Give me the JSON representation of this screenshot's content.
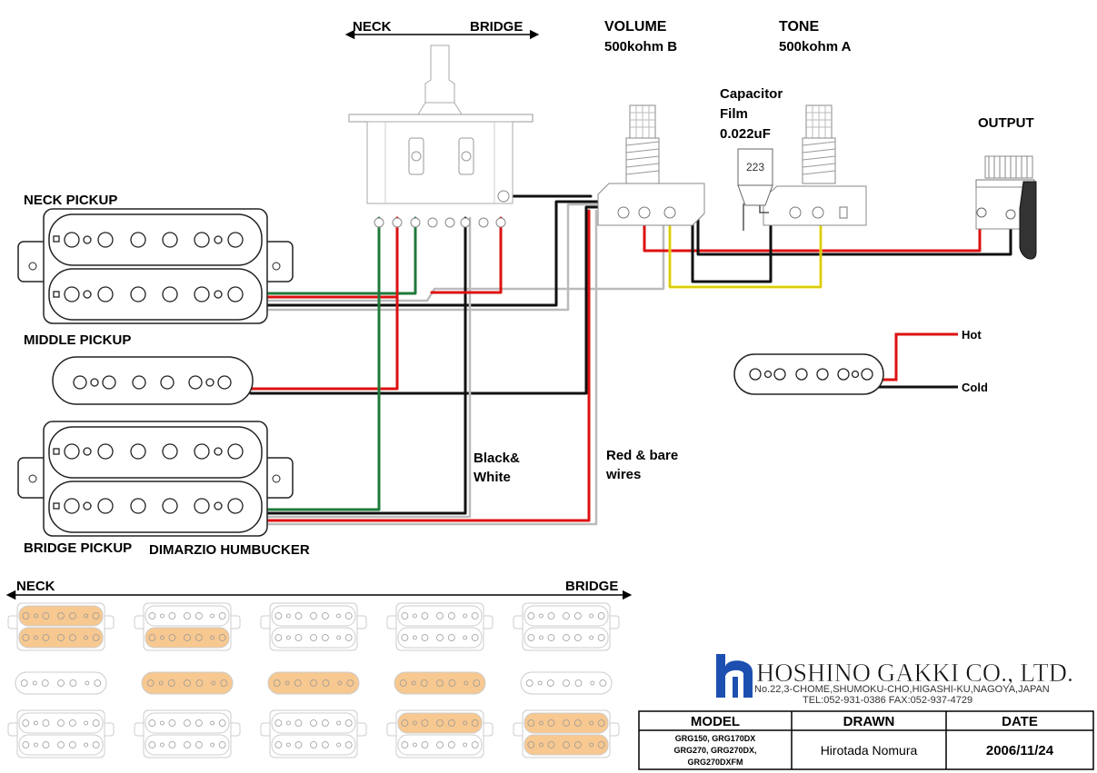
{
  "switch": {
    "neck_label": "NECK",
    "bridge_label": "BRIDGE"
  },
  "volume": {
    "title": "VOLUME",
    "value": "500kohm B"
  },
  "tone": {
    "title": "TONE",
    "value": "500kohm A"
  },
  "capacitor": {
    "line1": "Capacitor",
    "line2": "Film",
    "line3": "0.022uF",
    "code": "223"
  },
  "output": {
    "label": "OUTPUT"
  },
  "pickups": {
    "neck": "NECK PICKUP",
    "middle": "MIDDLE PICKUP",
    "bridge": "BRIDGE PICKUP",
    "bridge_type": "DIMARZIO HUMBUCKER"
  },
  "wires": {
    "bw_line1": "Black&",
    "bw_line2": "White",
    "rb_line1": "Red & bare",
    "rb_line2": "wires"
  },
  "single_coil_legend": {
    "hot": "Hot",
    "cold": "Cold"
  },
  "positions": {
    "neck_label": "NECK",
    "bridge_label": "BRIDGE",
    "active": [
      {
        "neck": [
          "top",
          "bottom"
        ],
        "middle": false,
        "bridge": []
      },
      {
        "neck": [
          "bottom"
        ],
        "middle": true,
        "bridge": []
      },
      {
        "neck": [],
        "middle": true,
        "bridge": []
      },
      {
        "neck": [],
        "middle": true,
        "bridge": [
          "top"
        ]
      },
      {
        "neck": [],
        "middle": false,
        "bridge": [
          "top",
          "bottom"
        ]
      }
    ],
    "highlight_color": "#f7c890"
  },
  "company": {
    "name": "HOSHINO GAKKI CO., LTD.",
    "address": "No.22,3-CHOME,SHUMOKU-CHO,HIGASHI-KU,NAGOYA,JAPAN",
    "tel": "TEL:052-931-0386  FAX:052-937-4729",
    "logo_color": "#1d4fb0"
  },
  "title_block": {
    "model_header": "MODEL",
    "drawn_header": "DRAWN",
    "date_header": "DATE",
    "model_line1": "GRG150, GRG170DX",
    "model_line2": "GRG270, GRG270DX,",
    "model_line3": "GRG270DXFM",
    "drawn": "Hirotada  Nomura",
    "date": "2006/11/24"
  },
  "colors": {
    "red": "#dd1111",
    "black": "#111111",
    "green": "#1f7a3a",
    "white_wire": "#bbbbbb",
    "yellow": "#f2e21a"
  }
}
